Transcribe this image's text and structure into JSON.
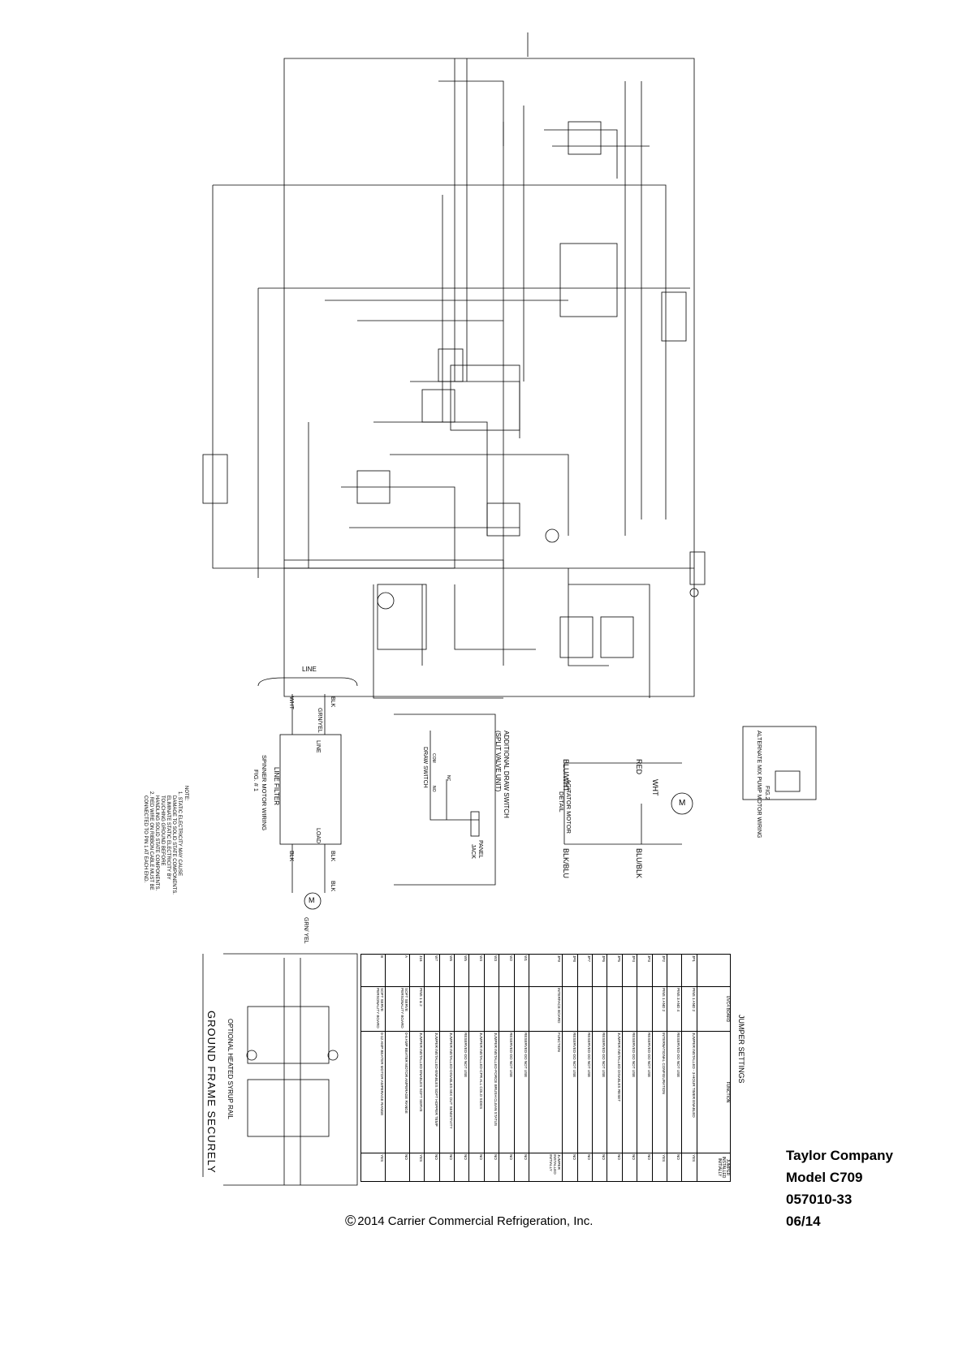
{
  "drawing": {
    "company": "Taylor Company",
    "model": "Model C709",
    "part_number": "057010-33",
    "date": "06/14",
    "copyright": "2014 Carrier Commercial Refrigeration, Inc."
  },
  "ground_frame": "GROUND FRAME SECURELY",
  "heated_rail": {
    "title": "OPTIONAL HEATED SYRUP RAIL"
  },
  "spinner": {
    "line_label": "LINE",
    "filter_line": "LINE",
    "filter_load": "LOAD",
    "filter_name": "LINE FILTER",
    "caption": "SPINNER MOTOR WIRING",
    "fig": "FIG. # 1",
    "wires": [
      "BLK",
      "WHT",
      "GRN/YEL",
      "BLK",
      "BLK",
      "BLK",
      "GRN/ YEL"
    ],
    "motor": "M"
  },
  "note": {
    "title": "NOTE:",
    "line1": "1. STATIC ELECTRICITY MAY CAUSE",
    "line2": "DAMAGE TO SOLID STATE COMPONENTS.",
    "line3": "ELIMINATE STATIC ELECTRICITY BY",
    "line4": "TOUCHING GROUND BEFORE",
    "line5": "HANDLING SOLID STATE COMPONENTS.",
    "line6": "2. RED WIRE ON RIBBON CABLE MUST BE",
    "line7": "CONNECTED TO PIN 1 AT EACH END."
  },
  "draw_switch": {
    "title": "ADDITIONAL DRAW SWITCH",
    "subtitle": "(SPLIT VALVE UNIT)",
    "switch": "DRAW SWITCH",
    "com": "COM",
    "no": "NO",
    "nc": "NC",
    "panel": "PANEL",
    "jack": "JACK"
  },
  "agitator": {
    "title": "AGITATOR MOTOR",
    "detail": "DETAIL",
    "motor": "M",
    "wires": [
      "BLU/WHT",
      "BLK/BLU",
      "BLU/BLK",
      "WHT",
      "RED"
    ]
  },
  "fig2": {
    "fig": "FIG.2",
    "caption": "ALTERNATE MIX PUMP MOTOR WIRING"
  },
  "jumper": {
    "title": "JUMPER SETTINGS",
    "headers": [
      "",
      "UVC4 BOARD",
      "FUNCTION",
      "JUMPER INSTALLED INITIALLY"
    ],
    "rows": [
      [
        "JP1",
        "PINS 1 AND 2",
        "JUMPER INSTALLED - 3-HOUR TIMER ENABLED",
        "YES"
      ],
      [
        "",
        "PINS 3 AND 4",
        "RESERVED-DO NOT USE",
        "NO"
      ],
      [
        "JP2",
        "PINS 1 AND 2",
        "INTERNATIONAL CONFIGURATION",
        "YES"
      ],
      [
        "JP3",
        "",
        "RESERVED-DO NOT USE",
        "NO"
      ],
      [
        "JP4",
        "",
        "RESERVED-DO NOT USE",
        "NO"
      ],
      [
        "JP5",
        "",
        "JUMPER INSTALLED DISABLES RESET",
        "NO"
      ],
      [
        "JP6",
        "",
        "RESERVED-DO NOT USE",
        "NO"
      ],
      [
        "JP7",
        "",
        "RESERVED-DO NOT USE",
        "NO"
      ],
      [
        "JP8",
        "",
        "RESERVED-DO NOT USE",
        "NO"
      ],
      [
        "JP9",
        "INTERFACE BOARD",
        "FUNCTION",
        "JUMPER INSTALLED INITIALLY"
      ],
      [
        "W1",
        "",
        "RESERVED-DO NOT USE",
        "NO"
      ],
      [
        "W2",
        "",
        "RESERVED-DO NOT USE",
        "NO"
      ],
      [
        "W3",
        "",
        "JUMPER INSTALLED-FORCE BRUSH CLEAN STATUS",
        "NO"
      ],
      [
        "W4",
        "",
        "JUMPER INSTALLED-CPR ALL COLD SIDES",
        "NO"
      ],
      [
        "W5",
        "",
        "RESERVED-DO NOT USE",
        "NO"
      ],
      [
        "W6",
        "",
        "JUMPER INSTALLED-DISABLES MIX OUT SENSITIVITY",
        "NO"
      ],
      [
        "W7",
        "",
        "JUMPER INSTALLED-ENABLES SOFT HOPPER TEMP",
        "NO"
      ],
      [
        "J16",
        "PINS 1 & 2",
        "JUMPER INSTALLED ENABLES SOFT SERVE",
        "YES"
      ],
      [
        "A",
        "SOFT SERVE PERSONALITY BOARD",
        "0-6 AMP BEATER MOTOR AMPERAGE RANGE",
        "NO"
      ],
      [
        "B",
        "SOFT SERVE PERSONALITY BOARD",
        "0-12 AMP BEATER MOTOR AMPERAGE RANGE",
        "YES"
      ]
    ]
  }
}
